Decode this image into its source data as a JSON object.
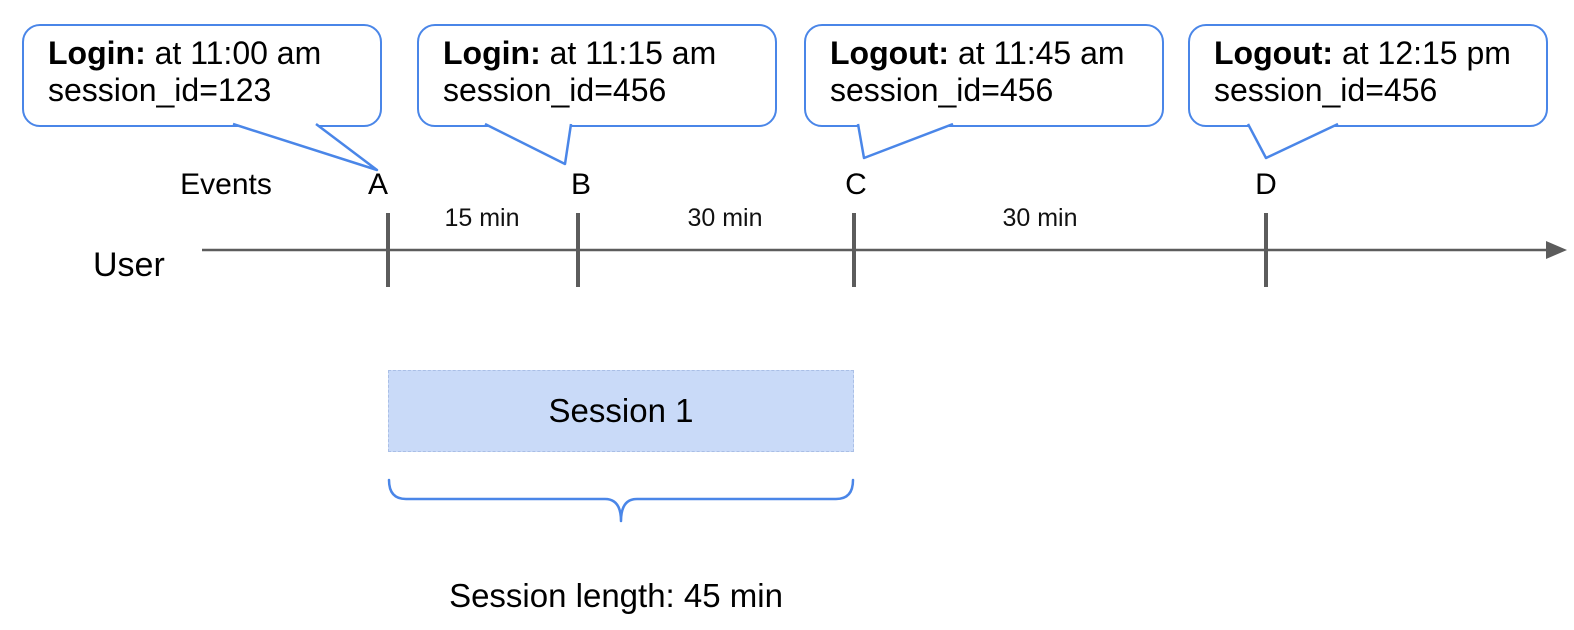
{
  "callouts": [
    {
      "title": "Login:",
      "time": "at 11:00 am",
      "session": "session_id=123"
    },
    {
      "title": "Login:",
      "time": "at 11:15 am",
      "session": "session_id=456"
    },
    {
      "title": "Logout:",
      "time": "at 11:45 am",
      "session": "session_id=456"
    },
    {
      "title": "Logout:",
      "time": "at 12:15 pm",
      "session": "session_id=456"
    }
  ],
  "timeline": {
    "axis_label": "User",
    "events_label": "Events",
    "events": [
      {
        "label": "A"
      },
      {
        "label": "B"
      },
      {
        "label": "C"
      },
      {
        "label": "D"
      }
    ],
    "intervals": [
      {
        "label": "15 min"
      },
      {
        "label": "30 min"
      },
      {
        "label": "30 min"
      }
    ]
  },
  "session": {
    "box_label": "Session 1",
    "length_label": "Session length: 45 min"
  },
  "colors": {
    "accent_blue": "#4a86e8",
    "session_fill": "#c9daf8",
    "line_gray": "#5c5c5c"
  }
}
